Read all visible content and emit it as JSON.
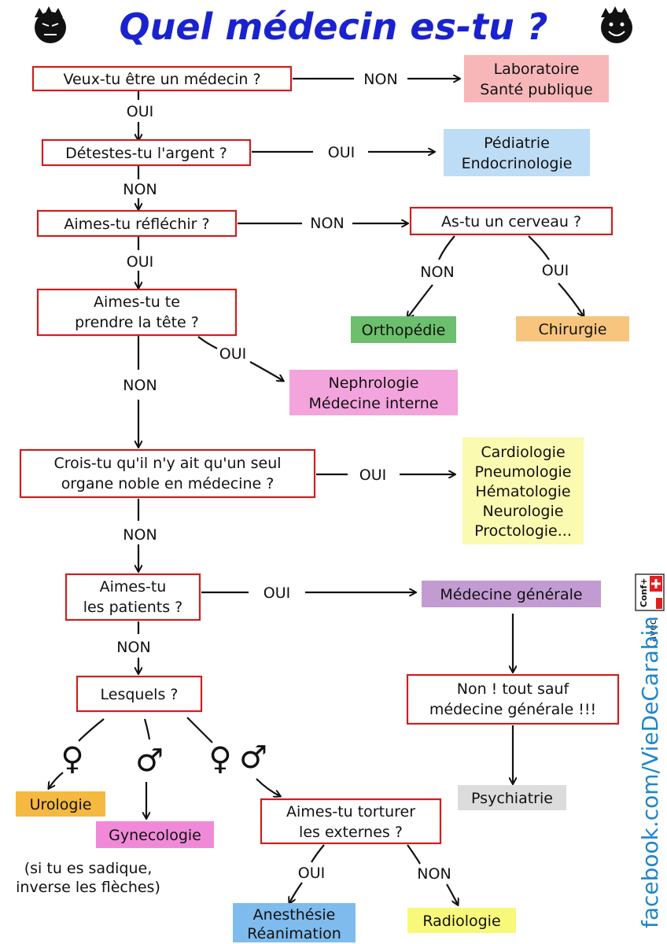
{
  "title": "Quel médecin es-tu ?",
  "questions": {
    "q1": [
      "Veux-tu être un médecin ?"
    ],
    "q2": [
      "Détestes-tu l'argent ?"
    ],
    "q3": [
      "Aimes-tu réfléchir ?"
    ],
    "q3b": [
      "As-tu un cerveau ?"
    ],
    "q4": [
      "Aimes-tu te",
      "prendre la tête ?"
    ],
    "q5": [
      "Crois-tu qu'il n'y ait qu'un seul",
      "organe noble en médecine ?"
    ],
    "q6": [
      "Aimes-tu",
      "les patients ?"
    ],
    "q7": [
      "Lesquels ?"
    ],
    "q8": [
      "Non ! tout sauf",
      "médecine générale !!!"
    ],
    "q9": [
      "Aimes-tu torturer",
      "les externes ?"
    ]
  },
  "results": {
    "r_lab": [
      "Laboratoire",
      "Santé publique"
    ],
    "r_ped": [
      "Pédiatrie",
      "Endocrinologie"
    ],
    "r_ortho": [
      "Orthopédie"
    ],
    "r_chir": [
      "Chirurgie"
    ],
    "r_nephro": [
      "Nephrologie",
      "Médecine interne"
    ],
    "r_cardio": [
      "Cardiologie",
      "Pneumologie",
      "Hématologie",
      "Neurologie",
      "Proctologie..."
    ],
    "r_mg": [
      "Médecine générale"
    ],
    "r_psy": [
      "Psychiatrie"
    ],
    "r_uro": [
      "Urologie"
    ],
    "r_gyn": [
      "Gynecologie"
    ],
    "r_anesth": [
      "Anesthésie",
      "Réanimation"
    ],
    "r_radio": [
      "Radiologie"
    ]
  },
  "labels": {
    "yes": "OUI",
    "no": "NON"
  },
  "symbols": {
    "female": "♀",
    "male": "♂"
  },
  "note": [
    "(si tu es sadique,",
    "inverse les flèches)"
  ],
  "sidebar": {
    "url": "facebook.com/VieDeCarabin",
    "avec": "avec",
    "brand": "Conf+"
  },
  "colors": {
    "question_border": "#cc1f1f",
    "title": "#1a22d0",
    "r_lab": "#f7b7b9",
    "r_ped": "#bddcf5",
    "r_ortho": "#6cbf6c",
    "r_chir": "#f7c57d",
    "r_nephro": "#f3a4dc",
    "r_cardio": "#fafab0",
    "r_mg": "#c39bd3",
    "r_psy": "#dcdcdc",
    "r_uro": "#f5b840",
    "r_gyn": "#f08ad8",
    "r_anesth": "#7fbbec",
    "r_radio": "#f8f87a"
  }
}
